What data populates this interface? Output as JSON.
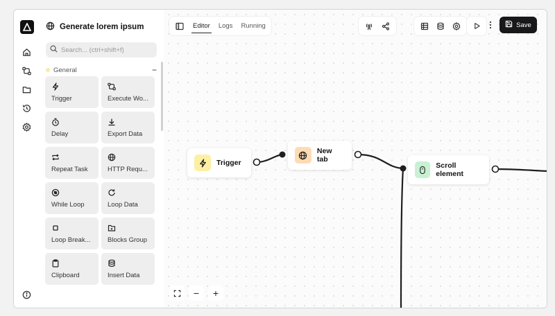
{
  "workflow": {
    "title": "Generate lorem ipsum"
  },
  "search": {
    "placeholder": "Search... (ctrl+shift+f)"
  },
  "group": {
    "label": "General",
    "collapse_symbol": "−"
  },
  "blocks": [
    {
      "label": "Trigger",
      "icon": "lightning-icon"
    },
    {
      "label": "Execute Wo...",
      "icon": "workflow-icon"
    },
    {
      "label": "Delay",
      "icon": "timer-icon"
    },
    {
      "label": "Export Data",
      "icon": "download-icon"
    },
    {
      "label": "Repeat Task",
      "icon": "repeat-icon"
    },
    {
      "label": "HTTP Requ...",
      "icon": "globe-icon"
    },
    {
      "label": "While Loop",
      "icon": "while-loop-icon"
    },
    {
      "label": "Loop Data",
      "icon": "refresh-icon"
    },
    {
      "label": "Loop Break...",
      "icon": "stop-icon"
    },
    {
      "label": "Blocks Group",
      "icon": "folder-icon"
    },
    {
      "label": "Clipboard",
      "icon": "clipboard-icon"
    },
    {
      "label": "Insert Data",
      "icon": "database-icon"
    }
  ],
  "tabs": [
    "Editor",
    "Logs",
    "Running"
  ],
  "toolbar": {
    "save_label": "Save"
  },
  "nodes": [
    {
      "label": "Trigger",
      "icon": "lightning-icon",
      "color": "#fdf0a3"
    },
    {
      "label": "New tab",
      "icon": "globe-icon",
      "color": "#fddcb5"
    },
    {
      "label": "Scroll element",
      "icon": "mouse-icon",
      "color": "#c8f1d3"
    }
  ],
  "zoom": {
    "zoom_out": "−",
    "zoom_in": "+"
  }
}
